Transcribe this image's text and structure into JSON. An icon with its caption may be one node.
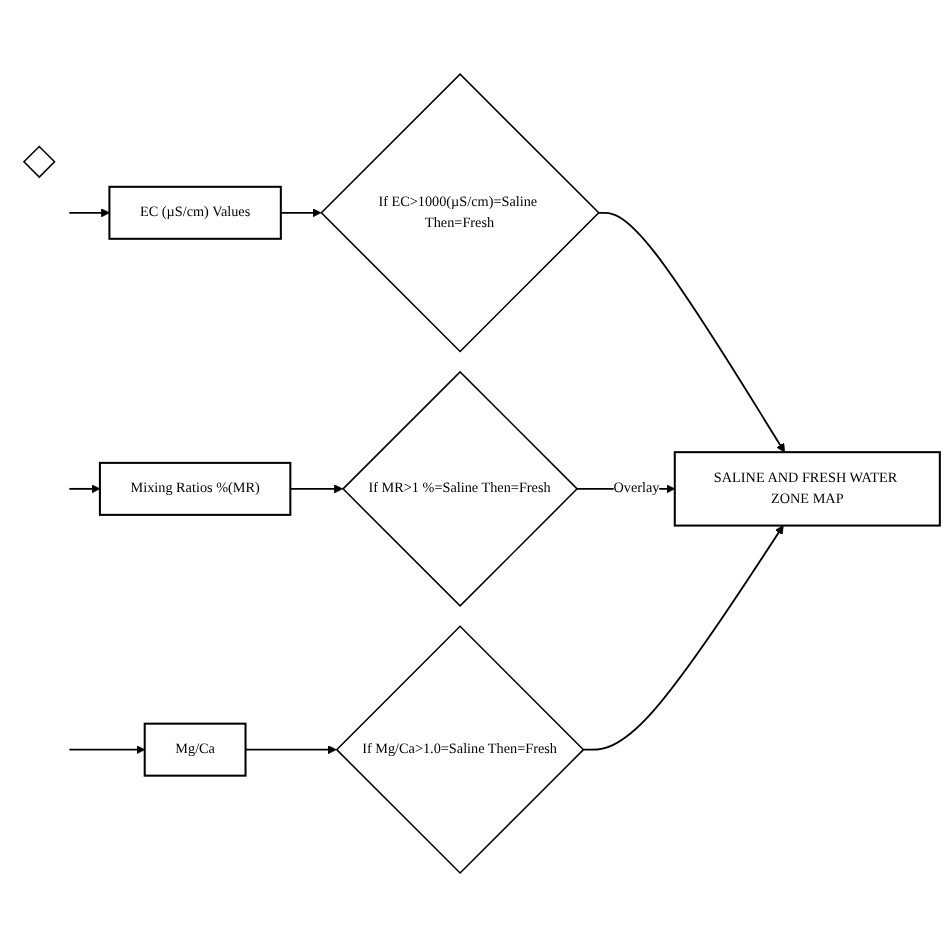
{
  "diagram": {
    "nodes": [
      {
        "text": [],
        "shape": "diamond"
      },
      {
        "text": [
          "EC (µS/cm) Values"
        ]
      },
      {
        "text": [
          "If EC>1000(µS/cm)=Saline Then=Fresh"
        ]
      },
      {
        "text": [
          "Mixing Ratios %(MR)"
        ]
      },
      {
        "text": [
          "If MR>1 %=Saline Then=Fresh"
        ]
      },
      {
        "text": [
          "Mg/Ca"
        ]
      },
      {
        "text": [
          "If Mg/Ca>1.0=Saline Then=Fresh"
        ]
      },
      {
        "text": [
          "SALINE AND FRESH WATER ZONE MAP"
        ]
      }
    ],
    "edges": [
      {
        "from": null,
        "to": 1,
        "arrow": "to"
      },
      {
        "from": 1,
        "to": 2,
        "arrow": "to"
      },
      {
        "from": null,
        "to": 3,
        "arrow": "to"
      },
      {
        "from": 3,
        "to": 4,
        "arrow": "to"
      },
      {
        "from": null,
        "to": 5,
        "arrow": "to"
      },
      {
        "from": 5,
        "to": 6,
        "arrow": "to"
      },
      {
        "from": 2,
        "to": 7,
        "arrow": "to"
      },
      {
        "from": 4,
        "to": 7,
        "arrow": "to",
        "label": "Overlay"
      },
      {
        "from": 6,
        "to": 7,
        "arrow": "to"
      }
    ]
  }
}
